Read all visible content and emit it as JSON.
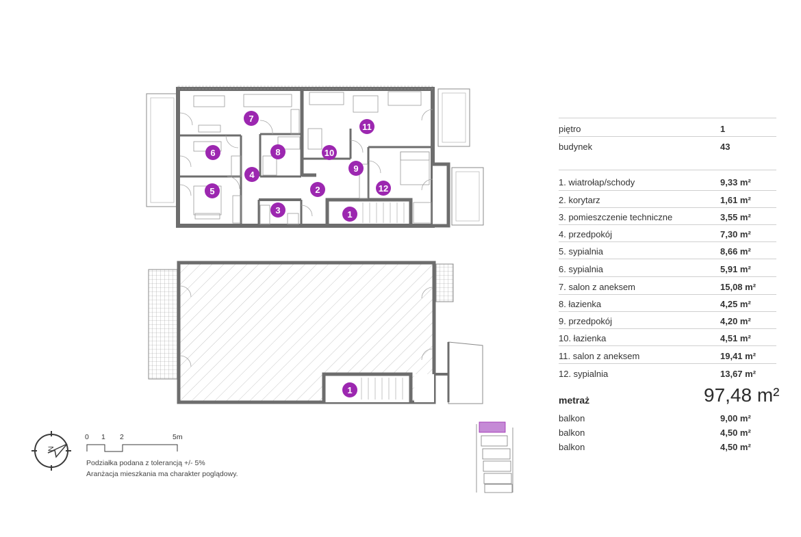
{
  "info": {
    "floor_label": "piętro",
    "floor_value": "1",
    "building_label": "budynek",
    "building_value": "43"
  },
  "rooms": [
    {
      "label": "1.  wiatrołap/schody",
      "area": "9,33 m²"
    },
    {
      "label": "2.  korytarz",
      "area": "1,61 m²"
    },
    {
      "label": "3.  pomieszczenie techniczne",
      "area": "3,55 m²"
    },
    {
      "label": "4.  przedpokój",
      "area": "7,30 m²"
    },
    {
      "label": "5.  sypialnia",
      "area": "8,66 m²"
    },
    {
      "label": "6.  sypialnia",
      "area": "5,91 m²"
    },
    {
      "label": "7.  salon z aneksem",
      "area": "15,08 m²"
    },
    {
      "label": "8.  łazienka",
      "area": "4,25 m²"
    },
    {
      "label": "9.  przedpokój",
      "area": "4,20 m²"
    },
    {
      "label": "10. łazienka",
      "area": "4,51 m²"
    },
    {
      "label": "11.  salon z aneksem",
      "area": "19,41 m²"
    },
    {
      "label": "12.  sypialnia",
      "area": "13,67 m²"
    }
  ],
  "total": {
    "label": "metraż",
    "value": "97,48 m²"
  },
  "balconies": [
    {
      "label": "balkon",
      "area": "9,00 m²"
    },
    {
      "label": "balkon",
      "area": "4,50 m²"
    },
    {
      "label": "balkon",
      "area": "4,50 m²"
    }
  ],
  "scale": {
    "t0": "0",
    "t1": "1",
    "t2": "2",
    "t5": "5m"
  },
  "notes": {
    "tolerance": "Podziałka podana z tolerancją +/- 5%",
    "arrangement": "Aranżacja mieszkania ma charakter poglądowy."
  },
  "markers": [
    "1",
    "2",
    "3",
    "4",
    "5",
    "6",
    "7",
    "8",
    "9",
    "10",
    "11",
    "12",
    "1"
  ],
  "compass_letter": "N",
  "colors": {
    "accent": "#9c27b0",
    "wall": "#6d6d6d",
    "key_highlight": "#c58ad6"
  }
}
